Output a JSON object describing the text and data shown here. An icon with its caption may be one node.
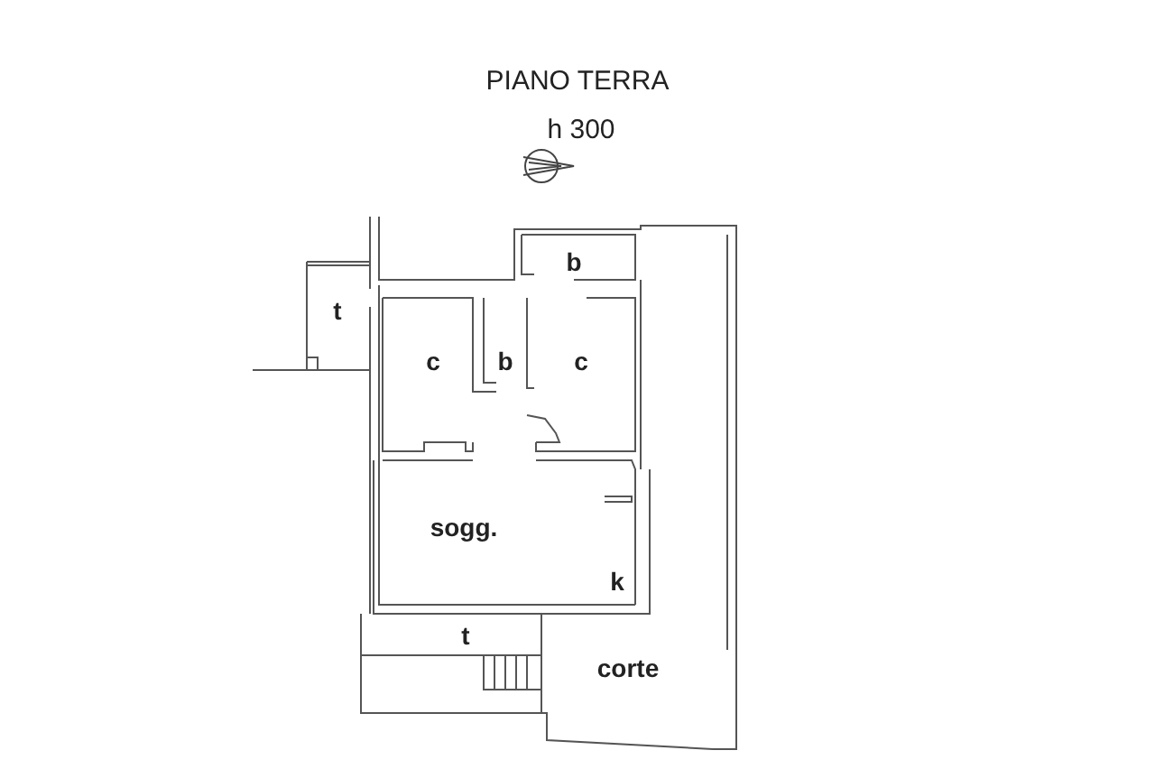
{
  "diagram": {
    "title": "PIANO TERRA",
    "labels": [
      "h 300",
      "b",
      "t",
      "c",
      "b",
      "c",
      "sogg.",
      "k",
      "t",
      "corte"
    ]
  }
}
